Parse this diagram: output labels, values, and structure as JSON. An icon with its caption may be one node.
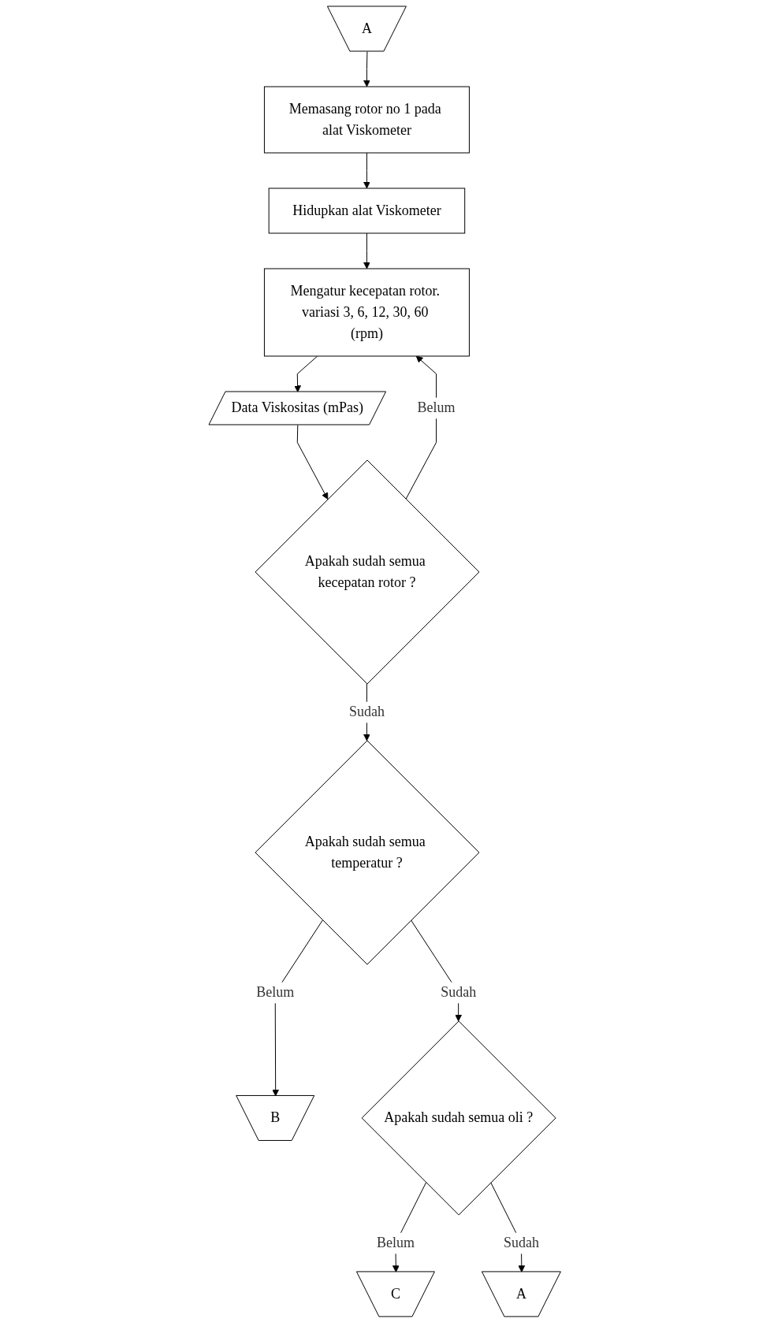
{
  "diagram": {
    "nodes": [
      {
        "text": [
          "A"
        ]
      },
      {
        "text": [
          "B"
        ]
      },
      {
        "text": [
          "C"
        ]
      },
      {
        "text": [
          "Memasang rotor no 1 pada alat Viskometer"
        ]
      },
      {
        "text": [
          "Hidupkan alat Viskometer"
        ]
      },
      {
        "text": [
          "Mengatur kecepatan rotor. variasi 3, 6, 12, 30, 60 (rpm)"
        ]
      },
      {
        "text": [
          "Data Viskositas (mPas)"
        ]
      },
      {
        "text": [
          "Apakah sudah semua kecepatan rotor ?"
        ]
      },
      {
        "text": [
          "Apakah sudah semua temperatur ?"
        ]
      },
      {
        "text": [
          "Apakah sudah semua oli ?"
        ]
      },
      {
        "text": [
          "A"
        ]
      }
    ],
    "edges": [
      {
        "from": 0,
        "to": 3,
        "arrow": "to"
      },
      {
        "from": 3,
        "to": 4,
        "arrow": "to"
      },
      {
        "from": 4,
        "to": 5,
        "arrow": "to"
      },
      {
        "from": 5,
        "to": 6,
        "arrow": "to"
      },
      {
        "from": 6,
        "to": 7,
        "arrow": "to"
      },
      {
        "from": 7,
        "to": 5,
        "label": "Belum",
        "arrow": "to"
      },
      {
        "from": 7,
        "to": 8,
        "label": "Sudah",
        "arrow": "to"
      },
      {
        "from": 8,
        "to": 1,
        "label": "Belum",
        "arrow": "to"
      },
      {
        "from": 8,
        "to": 9,
        "label": "Sudah",
        "arrow": "to"
      },
      {
        "from": 9,
        "to": 2,
        "label": "Belum",
        "arrow": "to"
      },
      {
        "from": 9,
        "to": 10,
        "label": "Sudah",
        "arrow": "to"
      }
    ]
  }
}
